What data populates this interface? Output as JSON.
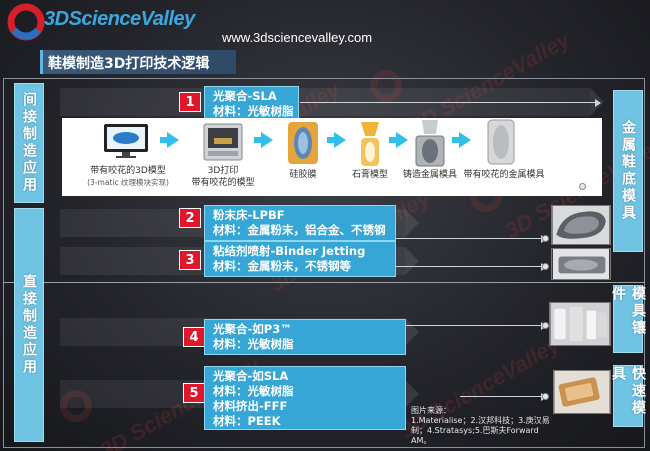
{
  "header": {
    "logo_text": "3DScienceValley",
    "site_url": "www.3dsciencevalley.com",
    "title": "鞋模制造3D打印技术逻辑"
  },
  "sections": {
    "indirect": "间接制造应用",
    "direct": "直接制造应用"
  },
  "right_labels": {
    "metal_sole_mold": "金属鞋底模具",
    "mold_insert": "模具镶件",
    "rapid_tooling": "快速模具"
  },
  "processes": [
    {
      "num": "1",
      "line1": "光聚合-SLA",
      "line2": "材料：光敏树脂"
    },
    {
      "num": "2",
      "line1": "粉末床-LPBF",
      "line2": "材料：金属粉末，铝合金、不锈钢"
    },
    {
      "num": "3",
      "line1": "粘结剂喷射-Binder Jetting",
      "line2": "材料：金属粉末，不锈钢等"
    },
    {
      "num": "4",
      "line1": "光聚合-如P3™",
      "line2": "材料：光敏树脂"
    },
    {
      "num": "5",
      "line1": "光聚合-如SLA",
      "line2": "材料：光敏树脂",
      "line3": "材料挤出-FFF",
      "line4": "材料：PEEK"
    }
  ],
  "strip_steps": [
    {
      "label": "带有咬花的3D模型",
      "sub": "(3-matic 纹理模块实现)",
      "icon": "monitor-shoe-icon"
    },
    {
      "label": "3D打印",
      "label2": "带有咬花的模型",
      "icon": "3d-printer-icon"
    },
    {
      "label": "硅胶膜",
      "icon": "silicone-mold-icon"
    },
    {
      "label": "石膏模型",
      "icon": "plaster-model-icon"
    },
    {
      "label": "铸造金属模具",
      "icon": "metal-casting-icon"
    },
    {
      "label": "带有咬花的金属模具",
      "icon": "metal-mold-icon"
    }
  ],
  "source": {
    "heading": "图片来源：",
    "text": "1.Materialise；2.汉邦科技；3.庚汉易制；4.Stratasys;5.巴斯夫Forward AM。"
  },
  "colors": {
    "accent_blue": "#36a6d6",
    "side_label": "#6fc4e4",
    "badge_red": "#e0162b",
    "arrow_cyan": "#2fc0ea"
  }
}
